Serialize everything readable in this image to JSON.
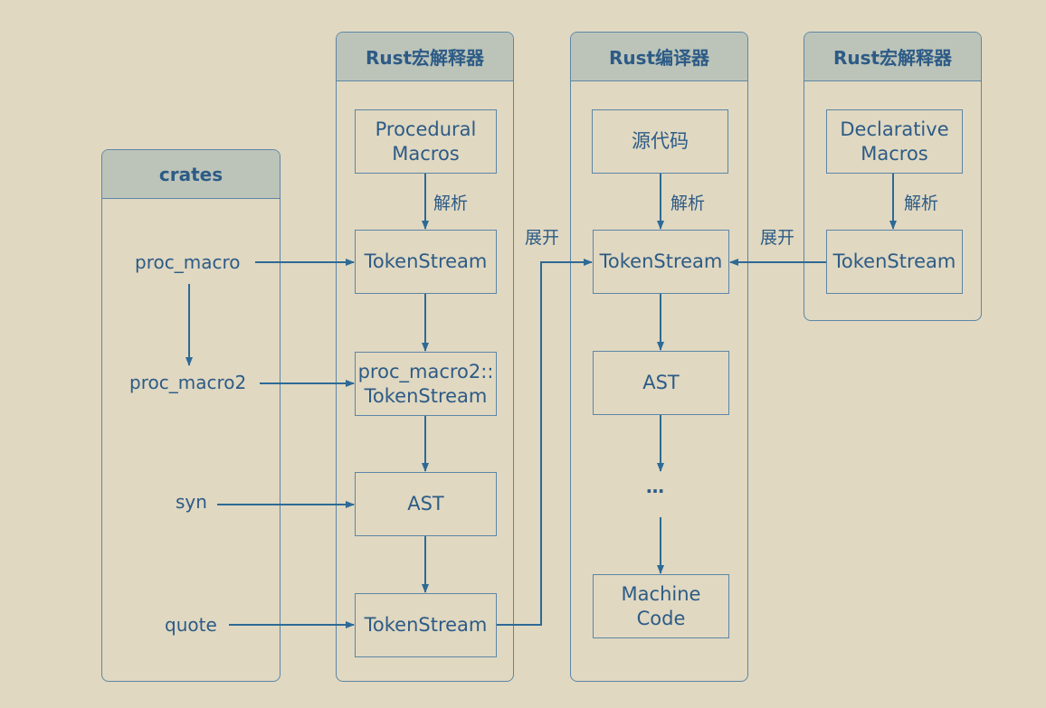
{
  "colors": {
    "background": "#e0d8c1",
    "header_fill": "#bcc4b9",
    "stroke": "#2d6a96",
    "text": "#2d5b86"
  },
  "panels": {
    "crates": {
      "title": "crates",
      "items": [
        "proc_macro",
        "proc_macro2",
        "syn",
        "quote"
      ]
    },
    "proc_interpreter": {
      "title": "Rust宏解释器",
      "boxes": [
        "Procedural\nMacros",
        "TokenStream",
        "proc_macro2::\nTokenStream",
        "AST",
        "TokenStream"
      ],
      "parse_label": "解析"
    },
    "compiler": {
      "title": "Rust编译器",
      "boxes": [
        "源代码",
        "TokenStream",
        "AST",
        "Machine\nCode"
      ],
      "ellipsis": "…",
      "parse_label": "解析"
    },
    "decl_interpreter": {
      "title": "Rust宏解释器",
      "boxes": [
        "Declarative\nMacros",
        "TokenStream"
      ],
      "parse_label": "解析"
    }
  },
  "edge_labels": {
    "expand_left": "展开",
    "expand_right": "展开"
  }
}
